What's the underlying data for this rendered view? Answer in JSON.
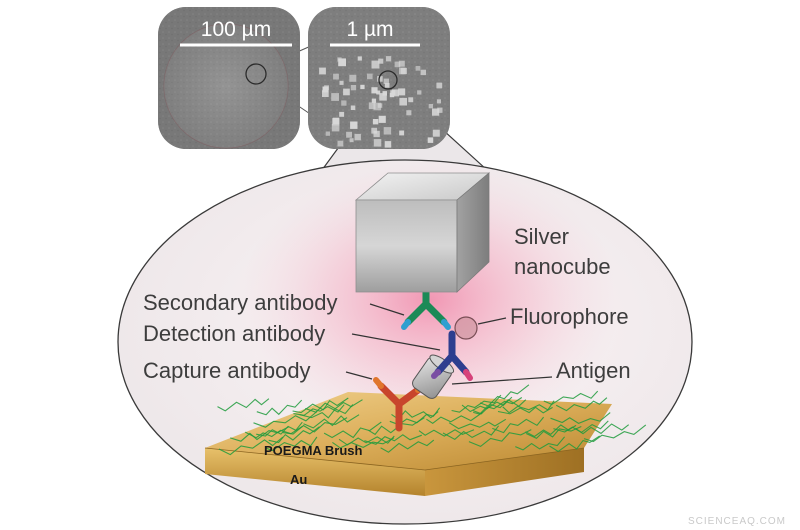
{
  "micrographs": {
    "left_scale": "100 µm",
    "right_scale": "1 µm"
  },
  "labels": {
    "silver_line1": "Silver",
    "silver_line2": "nanocube",
    "secondary_antibody": "Secondary antibody",
    "detection_antibody": "Detection antibody",
    "capture_antibody": "Capture antibody",
    "fluorophore": "Fluorophore",
    "antigen": "Antigen",
    "brush_layer": "POEGMA Brush",
    "gold_layer": "Au"
  },
  "watermark": "SCIENCEAQ.COM",
  "colors": {
    "glow": "#e94d7f",
    "brush_green": "#1e9b3c",
    "gold": "#d9a441",
    "secondary_antibody": "#1c8a57",
    "detection_antibody": "#2d3e8f",
    "capture_antibody": "#c8452c",
    "fluorophore": "#c58b93"
  }
}
